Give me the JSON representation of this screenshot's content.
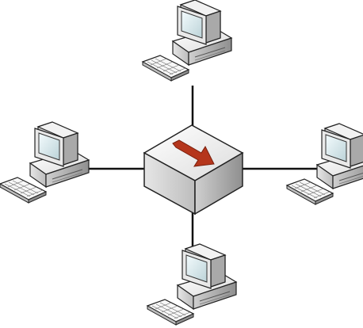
{
  "diagram": {
    "type": "star-network",
    "hub": {
      "icon": "network-switch-icon",
      "arrow_color": "#b5361c"
    },
    "nodes": [
      {
        "id": "top",
        "icon": "computer-icon"
      },
      {
        "id": "left",
        "icon": "computer-icon"
      },
      {
        "id": "right",
        "icon": "computer-icon"
      },
      {
        "id": "bottom",
        "icon": "computer-icon"
      }
    ],
    "links": [
      {
        "from": "hub",
        "to": "top"
      },
      {
        "from": "hub",
        "to": "left"
      },
      {
        "from": "hub",
        "to": "right"
      },
      {
        "from": "hub",
        "to": "bottom"
      }
    ],
    "colors": {
      "line": "#111111",
      "device_light": "#f4f4f4",
      "device_mid": "#d9d9d9",
      "device_dark": "#a8a8a8",
      "screen": "#dcecef",
      "outline": "#222222"
    }
  }
}
